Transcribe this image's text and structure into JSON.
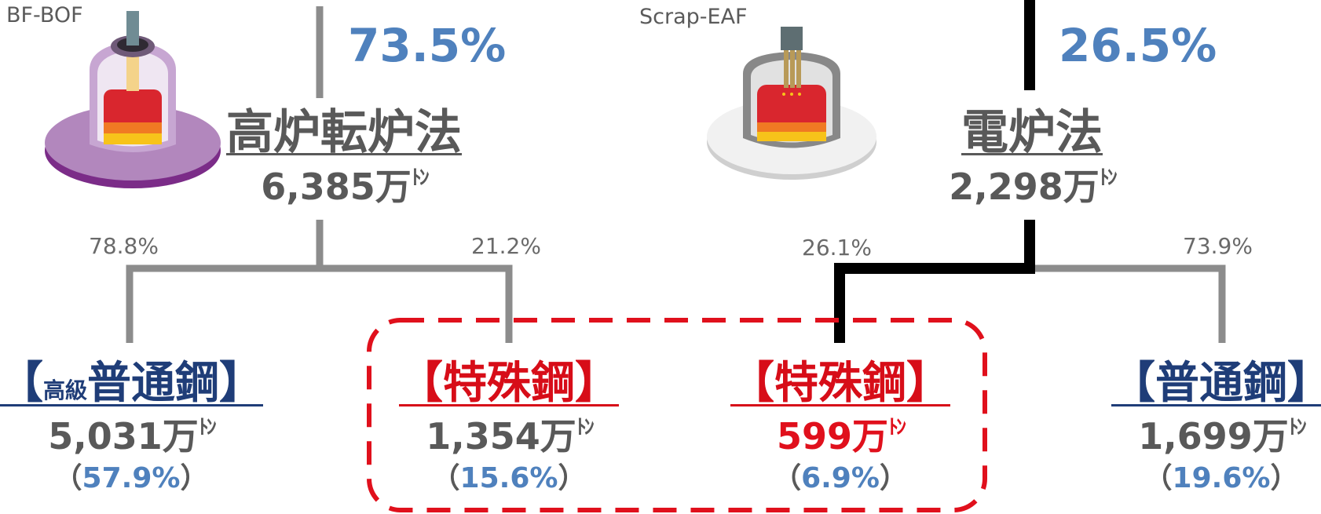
{
  "process_bof": {
    "label": "BF-BOF",
    "share": "73.5%",
    "method": "高炉転炉法",
    "tons": "6,385万",
    "unit": "ﾄﾝ",
    "split_left": "78.8%",
    "split_right": "21.2%"
  },
  "process_eaf": {
    "label": "Scrap-EAF",
    "share": "26.5%",
    "method": "電炉法",
    "tons": "2,298万",
    "unit": "ﾄﾝ",
    "split_left": "26.1%",
    "split_right": "73.9%"
  },
  "products": [
    {
      "prefix": "高級",
      "name": "普通鋼",
      "open": "【",
      "close": "】",
      "tons": "5,031万",
      "unit": "ﾄﾝ",
      "share": "57.9%",
      "open_paren": "（",
      "close_paren": "）"
    },
    {
      "prefix": "",
      "name": "特殊鋼",
      "open": "【",
      "close": "】",
      "tons": "1,354万",
      "unit": "ﾄﾝ",
      "share": "15.6%",
      "open_paren": "（",
      "close_paren": "）"
    },
    {
      "prefix": "",
      "name": "特殊鋼",
      "open": "【",
      "close": "】",
      "tons": "599万",
      "unit": "ﾄﾝ",
      "share": "6.9%",
      "open_paren": "（",
      "close_paren": "）"
    },
    {
      "prefix": "",
      "name": "普通鋼",
      "open": "【",
      "close": "】",
      "tons": "1,699万",
      "unit": "ﾄﾝ",
      "share": "19.6%",
      "open_paren": "（",
      "close_paren": "）"
    }
  ],
  "colors": {
    "connector_bof": "#8c8c8c",
    "connector_eaf": "#000000",
    "highlight_border": "#e0101c",
    "share_blue": "#4f81bd",
    "normal_steel": "#1f3d78",
    "special_steel": "#d70d18"
  }
}
